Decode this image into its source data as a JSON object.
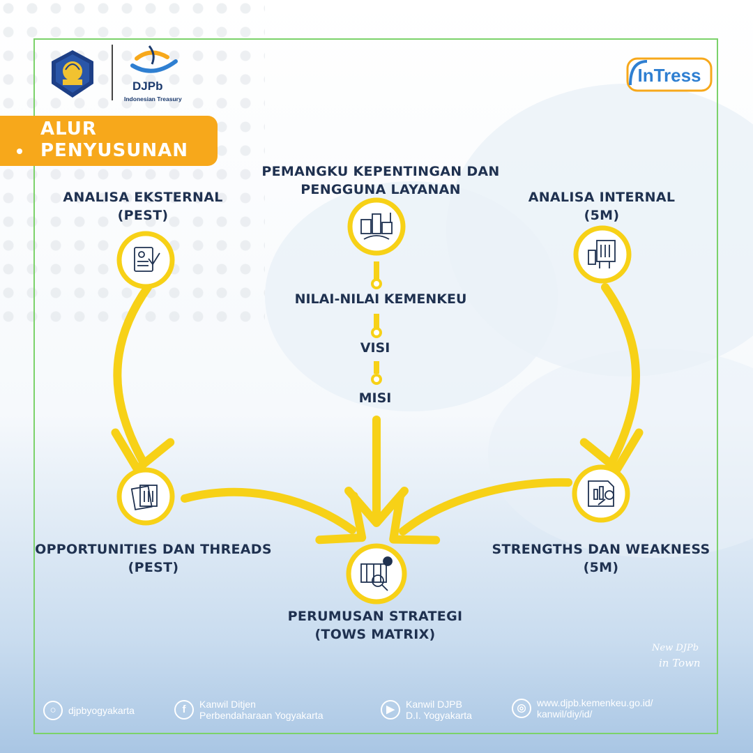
{
  "brand": {
    "djpb_name": "DJPb",
    "djpb_subtitle": "Indonesian Treasury",
    "intress_logo": "InTress",
    "signature_line1": "New DJPb",
    "signature_line2": "in Town"
  },
  "banner": {
    "line1": "ALUR",
    "line2": "PENYUSUNAN"
  },
  "nodes": {
    "external": {
      "title_l1": "ANALISA EKSTERNAL",
      "title_l2": "(PEST)",
      "icon": "document-check-icon"
    },
    "stakeholder": {
      "title_l1": "PEMANGKU KEPENTINGAN DAN",
      "title_l2": "PENGGUNA LAYANAN",
      "icon": "city-handshake-icon"
    },
    "internal": {
      "title_l1": "ANALISA INTERNAL",
      "title_l2": "(5M)",
      "icon": "machine-icon"
    },
    "opportunities": {
      "title_l1": "OPPORTUNITIES DAN THREADS",
      "title_l2": "(PEST)",
      "icon": "documents-stack-icon"
    },
    "strengths": {
      "title_l1": "STRENGTHS DAN WEAKNESS",
      "title_l2": "(5M)",
      "icon": "chart-search-icon"
    },
    "strategy": {
      "title_l1": "PERUMUSAN STRATEGI",
      "title_l2": "(TOWS MATRIX)",
      "icon": "strategy-board-icon"
    }
  },
  "chain": {
    "step1": "NILAI-NILAI KEMENKEU",
    "step2": "VISI",
    "step3": "MISI"
  },
  "footer": {
    "instagram": "djpbyogyakarta",
    "facebook_l1": "Kanwil Ditjen",
    "facebook_l2": "Perbendaharaan Yogyakarta",
    "youtube_l1": "Kanwil DJPB",
    "youtube_l2": "D.I. Yogyakarta",
    "web_l1": "www.djpb.kemenkeu.go.id/",
    "web_l2": "kanwil/diy/id/"
  },
  "colors": {
    "accent_yellow": "#f7d117",
    "banner_orange": "#f7a81b",
    "navy": "#1f3150",
    "frame_green": "#7bd26a"
  }
}
